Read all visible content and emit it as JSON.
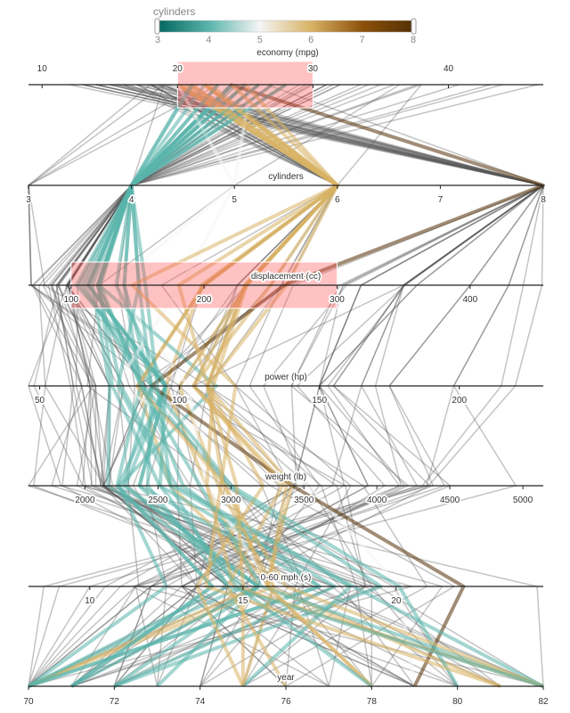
{
  "legend": {
    "title": "cylinders",
    "ticks": [
      "3",
      "4",
      "5",
      "6",
      "7",
      "8"
    ],
    "label": "economy (mpg)",
    "colors": [
      "#01665e",
      "#5ab4ac",
      "#f5f5f5",
      "#d8b365",
      "#8c510a",
      "#543005"
    ]
  },
  "axes": [
    {
      "key": "mpg",
      "title": "economy (mpg)",
      "ticks": [
        "10",
        "20",
        "30",
        "40"
      ],
      "range": [
        9,
        47
      ]
    },
    {
      "key": "cyl",
      "title": "cylinders",
      "ticks": [
        "3",
        "4",
        "5",
        "6",
        "7",
        "8"
      ],
      "range": [
        3,
        8
      ]
    },
    {
      "key": "disp",
      "title": "displacement (cc)",
      "ticks": [
        "100",
        "200",
        "300",
        "400"
      ],
      "range": [
        68,
        455
      ]
    },
    {
      "key": "hp",
      "title": "power (hp)",
      "ticks": [
        "50",
        "100",
        "150",
        "200"
      ],
      "range": [
        46,
        230
      ]
    },
    {
      "key": "wt",
      "title": "weight (lb)",
      "ticks": [
        "2000",
        "2500",
        "3000",
        "3500",
        "4000",
        "4500",
        "5000"
      ],
      "range": [
        1613,
        5140
      ]
    },
    {
      "key": "acc",
      "title": "0-60 mph (s)",
      "ticks": [
        "10",
        "15",
        "20"
      ],
      "range": [
        8,
        24.8
      ]
    },
    {
      "key": "year",
      "title": "year",
      "ticks": [
        "70",
        "72",
        "74",
        "76",
        "78",
        "80",
        "82"
      ],
      "range": [
        70,
        82
      ]
    }
  ],
  "brushes": {
    "mpg": [
      20,
      30
    ],
    "disp": [
      100,
      300
    ]
  },
  "chart_data": {
    "type": "parallel-coordinates",
    "dimensions": [
      "economy (mpg)",
      "cylinders",
      "displacement (cc)",
      "power (hp)",
      "weight (lb)",
      "0-60 mph (s)",
      "year"
    ],
    "color_by": "cylinders",
    "color_scale": {
      "min": 3,
      "max": 8
    },
    "brushed_ranges": {
      "economy (mpg)": [
        20,
        30
      ],
      "displacement (cc)": [
        100,
        300
      ]
    },
    "rows": [
      [
        18,
        8,
        307,
        130,
        3504,
        12.0,
        70
      ],
      [
        15,
        8,
        350,
        165,
        3693,
        11.5,
        70
      ],
      [
        18,
        8,
        318,
        150,
        3436,
        11.0,
        70
      ],
      [
        16,
        8,
        304,
        150,
        3433,
        12.0,
        70
      ],
      [
        17,
        8,
        302,
        140,
        3449,
        10.5,
        70
      ],
      [
        15,
        8,
        429,
        198,
        4341,
        10.0,
        70
      ],
      [
        14,
        8,
        454,
        220,
        4354,
        9.0,
        70
      ],
      [
        14,
        8,
        440,
        215,
        4312,
        8.5,
        70
      ],
      [
        24,
        4,
        113,
        95,
        2372,
        15.0,
        70
      ],
      [
        22,
        6,
        198,
        95,
        2833,
        15.5,
        70
      ],
      [
        18,
        6,
        199,
        97,
        2774,
        15.5,
        70
      ],
      [
        21,
        6,
        200,
        85,
        2587,
        16.0,
        70
      ],
      [
        27,
        4,
        97,
        88,
        2130,
        14.5,
        70
      ],
      [
        26,
        4,
        97,
        46,
        1835,
        20.5,
        70
      ],
      [
        25,
        4,
        110,
        87,
        2672,
        17.5,
        70
      ],
      [
        24,
        4,
        107,
        90,
        2430,
        14.5,
        70
      ],
      [
        25,
        4,
        104,
        95,
        2375,
        17.5,
        70
      ],
      [
        26,
        4,
        121,
        113,
        2234,
        12.5,
        70
      ],
      [
        27,
        4,
        97,
        88,
        2130,
        14.5,
        71
      ],
      [
        28,
        4,
        140,
        90,
        2264,
        15.5,
        71
      ],
      [
        25,
        4,
        113,
        95,
        2228,
        14.0,
        71
      ],
      [
        19,
        6,
        232,
        100,
        2634,
        13.0,
        71
      ],
      [
        16,
        6,
        225,
        105,
        3439,
        15.5,
        71
      ],
      [
        17,
        6,
        250,
        100,
        3329,
        15.5,
        71
      ],
      [
        14,
        8,
        400,
        175,
        4464,
        11.5,
        71
      ],
      [
        13,
        8,
        351,
        153,
        4154,
        13.5,
        71
      ],
      [
        30,
        4,
        79,
        70,
        2074,
        19.5,
        71
      ],
      [
        31,
        4,
        71,
        65,
        1773,
        19.0,
        71
      ],
      [
        35,
        4,
        72,
        69,
        1613,
        18.0,
        71
      ],
      [
        23,
        4,
        122,
        86,
        2220,
        14.0,
        71
      ],
      [
        24,
        4,
        113,
        95,
        2278,
        15.5,
        72
      ],
      [
        25,
        4,
        97.5,
        80,
        2126,
        17.0,
        72
      ],
      [
        26,
        4,
        96,
        69,
        2189,
        18.0,
        72
      ],
      [
        27,
        4,
        98,
        80,
        2164,
        15.0,
        72
      ],
      [
        13,
        8,
        350,
        165,
        4274,
        12.0,
        72
      ],
      [
        14,
        8,
        400,
        175,
        4385,
        12.0,
        72
      ],
      [
        12,
        8,
        429,
        198,
        4952,
        11.5,
        73
      ],
      [
        13,
        8,
        350,
        155,
        4502,
        13.5,
        72
      ],
      [
        15,
        8,
        318,
        150,
        3777,
        12.5,
        73
      ],
      [
        18,
        6,
        225,
        95,
        3785,
        19.0,
        75
      ],
      [
        20,
        6,
        232,
        100,
        2914,
        16.0,
        75
      ],
      [
        21,
        4,
        120,
        87,
        2979,
        19.5,
        72
      ],
      [
        22,
        4,
        121,
        76,
        2511,
        18.0,
        72
      ],
      [
        19,
        3,
        70,
        97,
        2330,
        13.5,
        72
      ],
      [
        18,
        3,
        70,
        90,
        2124,
        13.5,
        73
      ],
      [
        23,
        3,
        70,
        100,
        2420,
        12.5,
        80
      ],
      [
        21.5,
        3,
        80,
        110,
        2720,
        13.5,
        77
      ],
      [
        29,
        4,
        97,
        75,
        2171,
        16.0,
        75
      ],
      [
        24,
        4,
        116,
        75,
        2158,
        15.5,
        73
      ],
      [
        26,
        4,
        97,
        78,
        2300,
        14.5,
        74
      ],
      [
        31,
        4,
        76,
        52,
        1649,
        16.5,
        74
      ],
      [
        32,
        4,
        83,
        61,
        2003,
        19.0,
        74
      ],
      [
        28,
        4,
        90,
        75,
        2125,
        14.5,
        74
      ],
      [
        24,
        4,
        90,
        75,
        2108,
        15.5,
        74
      ],
      [
        20,
        6,
        262,
        110,
        3221,
        13.5,
        75
      ],
      [
        19,
        6,
        232,
        90,
        3211,
        17.0,
        75
      ],
      [
        22,
        6,
        250,
        105,
        3353,
        14.5,
        76
      ],
      [
        18,
        6,
        258,
        110,
        2962,
        13.5,
        71
      ],
      [
        20,
        5,
        131,
        103,
        2830,
        15.9,
        78
      ],
      [
        25.4,
        5,
        183,
        77,
        3530,
        20.1,
        79
      ],
      [
        36.4,
        5,
        121,
        67,
        2950,
        19.9,
        80
      ],
      [
        16,
        8,
        318,
        150,
        4190,
        13.0,
        76
      ],
      [
        15.5,
        8,
        350,
        170,
        4165,
        11.4,
        77
      ],
      [
        17.5,
        8,
        305,
        140,
        4215,
        13.0,
        76
      ],
      [
        18.5,
        8,
        360,
        150,
        3940,
        13.0,
        79
      ],
      [
        23.9,
        8,
        260,
        90,
        3420,
        22.2,
        79
      ],
      [
        26.6,
        8,
        350,
        105,
        3725,
        19.0,
        81
      ],
      [
        20.2,
        6,
        200,
        85,
        2965,
        15.8,
        78
      ],
      [
        19.8,
        6,
        200,
        85,
        2990,
        18.2,
        79
      ],
      [
        22.4,
        6,
        231,
        110,
        3415,
        15.8,
        81
      ],
      [
        24.3,
        4,
        151,
        90,
        3003,
        20.1,
        80
      ],
      [
        29.5,
        4,
        98,
        68,
        2135,
        16.6,
        78
      ],
      [
        33.5,
        4,
        85,
        70,
        1945,
        16.8,
        77
      ],
      [
        36,
        4,
        98,
        70,
        2125,
        17.3,
        82
      ],
      [
        38,
        4,
        105,
        63,
        2125,
        14.7,
        82
      ],
      [
        27,
        4,
        140,
        86,
        2790,
        15.6,
        82
      ],
      [
        44,
        4,
        97,
        52,
        2130,
        24.6,
        82
      ],
      [
        32,
        4,
        135,
        84,
        2295,
        11.6,
        82
      ],
      [
        28,
        4,
        120,
        79,
        2625,
        18.6,
        82
      ],
      [
        31,
        4,
        119,
        82,
        2720,
        19.4,
        82
      ],
      [
        25,
        6,
        181,
        110,
        2945,
        16.4,
        82
      ],
      [
        38,
        6,
        262,
        85,
        3015,
        17.0,
        82
      ],
      [
        22,
        6,
        232,
        112,
        2835,
        14.7,
        82
      ],
      [
        26,
        4,
        156,
        92,
        2585,
        14.5,
        82
      ],
      [
        34.1,
        4,
        91,
        68,
        1985,
        16.0,
        81
      ],
      [
        37.7,
        4,
        89,
        62,
        2050,
        17.3,
        81
      ],
      [
        46.6,
        4,
        86,
        65,
        2110,
        17.9,
        80
      ],
      [
        40.8,
        4,
        85,
        65,
        2110,
        19.2,
        80
      ],
      [
        43.1,
        4,
        90,
        48,
        1985,
        21.5,
        78
      ],
      [
        31.5,
        4,
        98,
        68,
        2045,
        18.5,
        77
      ],
      [
        29.8,
        4,
        89,
        62,
        1845,
        15.3,
        80
      ],
      [
        23,
        4,
        151,
        78,
        2592,
        18.5,
        75
      ],
      [
        21,
        6,
        231,
        110,
        3039,
        15.0,
        75
      ],
      [
        17,
        6,
        231,
        110,
        3907,
        21.0,
        75
      ],
      [
        20.6,
        6,
        231,
        105,
        3380,
        15.8,
        78
      ],
      [
        19.2,
        6,
        231,
        105,
        3535,
        19.2,
        78
      ],
      [
        18.1,
        6,
        258,
        120,
        3410,
        15.1,
        78
      ],
      [
        16.5,
        6,
        168,
        120,
        3820,
        16.7,
        76
      ],
      [
        19,
        4,
        120,
        88,
        3270,
        21.9,
        76
      ],
      [
        21.1,
        4,
        134,
        95,
        2515,
        14.8,
        78
      ],
      [
        24,
        6,
        146,
        120,
        2930,
        13.8,
        81
      ],
      [
        18.6,
        6,
        225,
        110,
        3620,
        18.7,
        78
      ],
      [
        16.9,
        8,
        350,
        155,
        4360,
        14.9,
        79
      ],
      [
        15.5,
        8,
        351,
        142,
        4054,
        14.3,
        79
      ],
      [
        19.2,
        8,
        267,
        125,
        3605,
        15.0,
        79
      ],
      [
        18.5,
        8,
        360,
        150,
        3940,
        13.0,
        79
      ]
    ]
  }
}
